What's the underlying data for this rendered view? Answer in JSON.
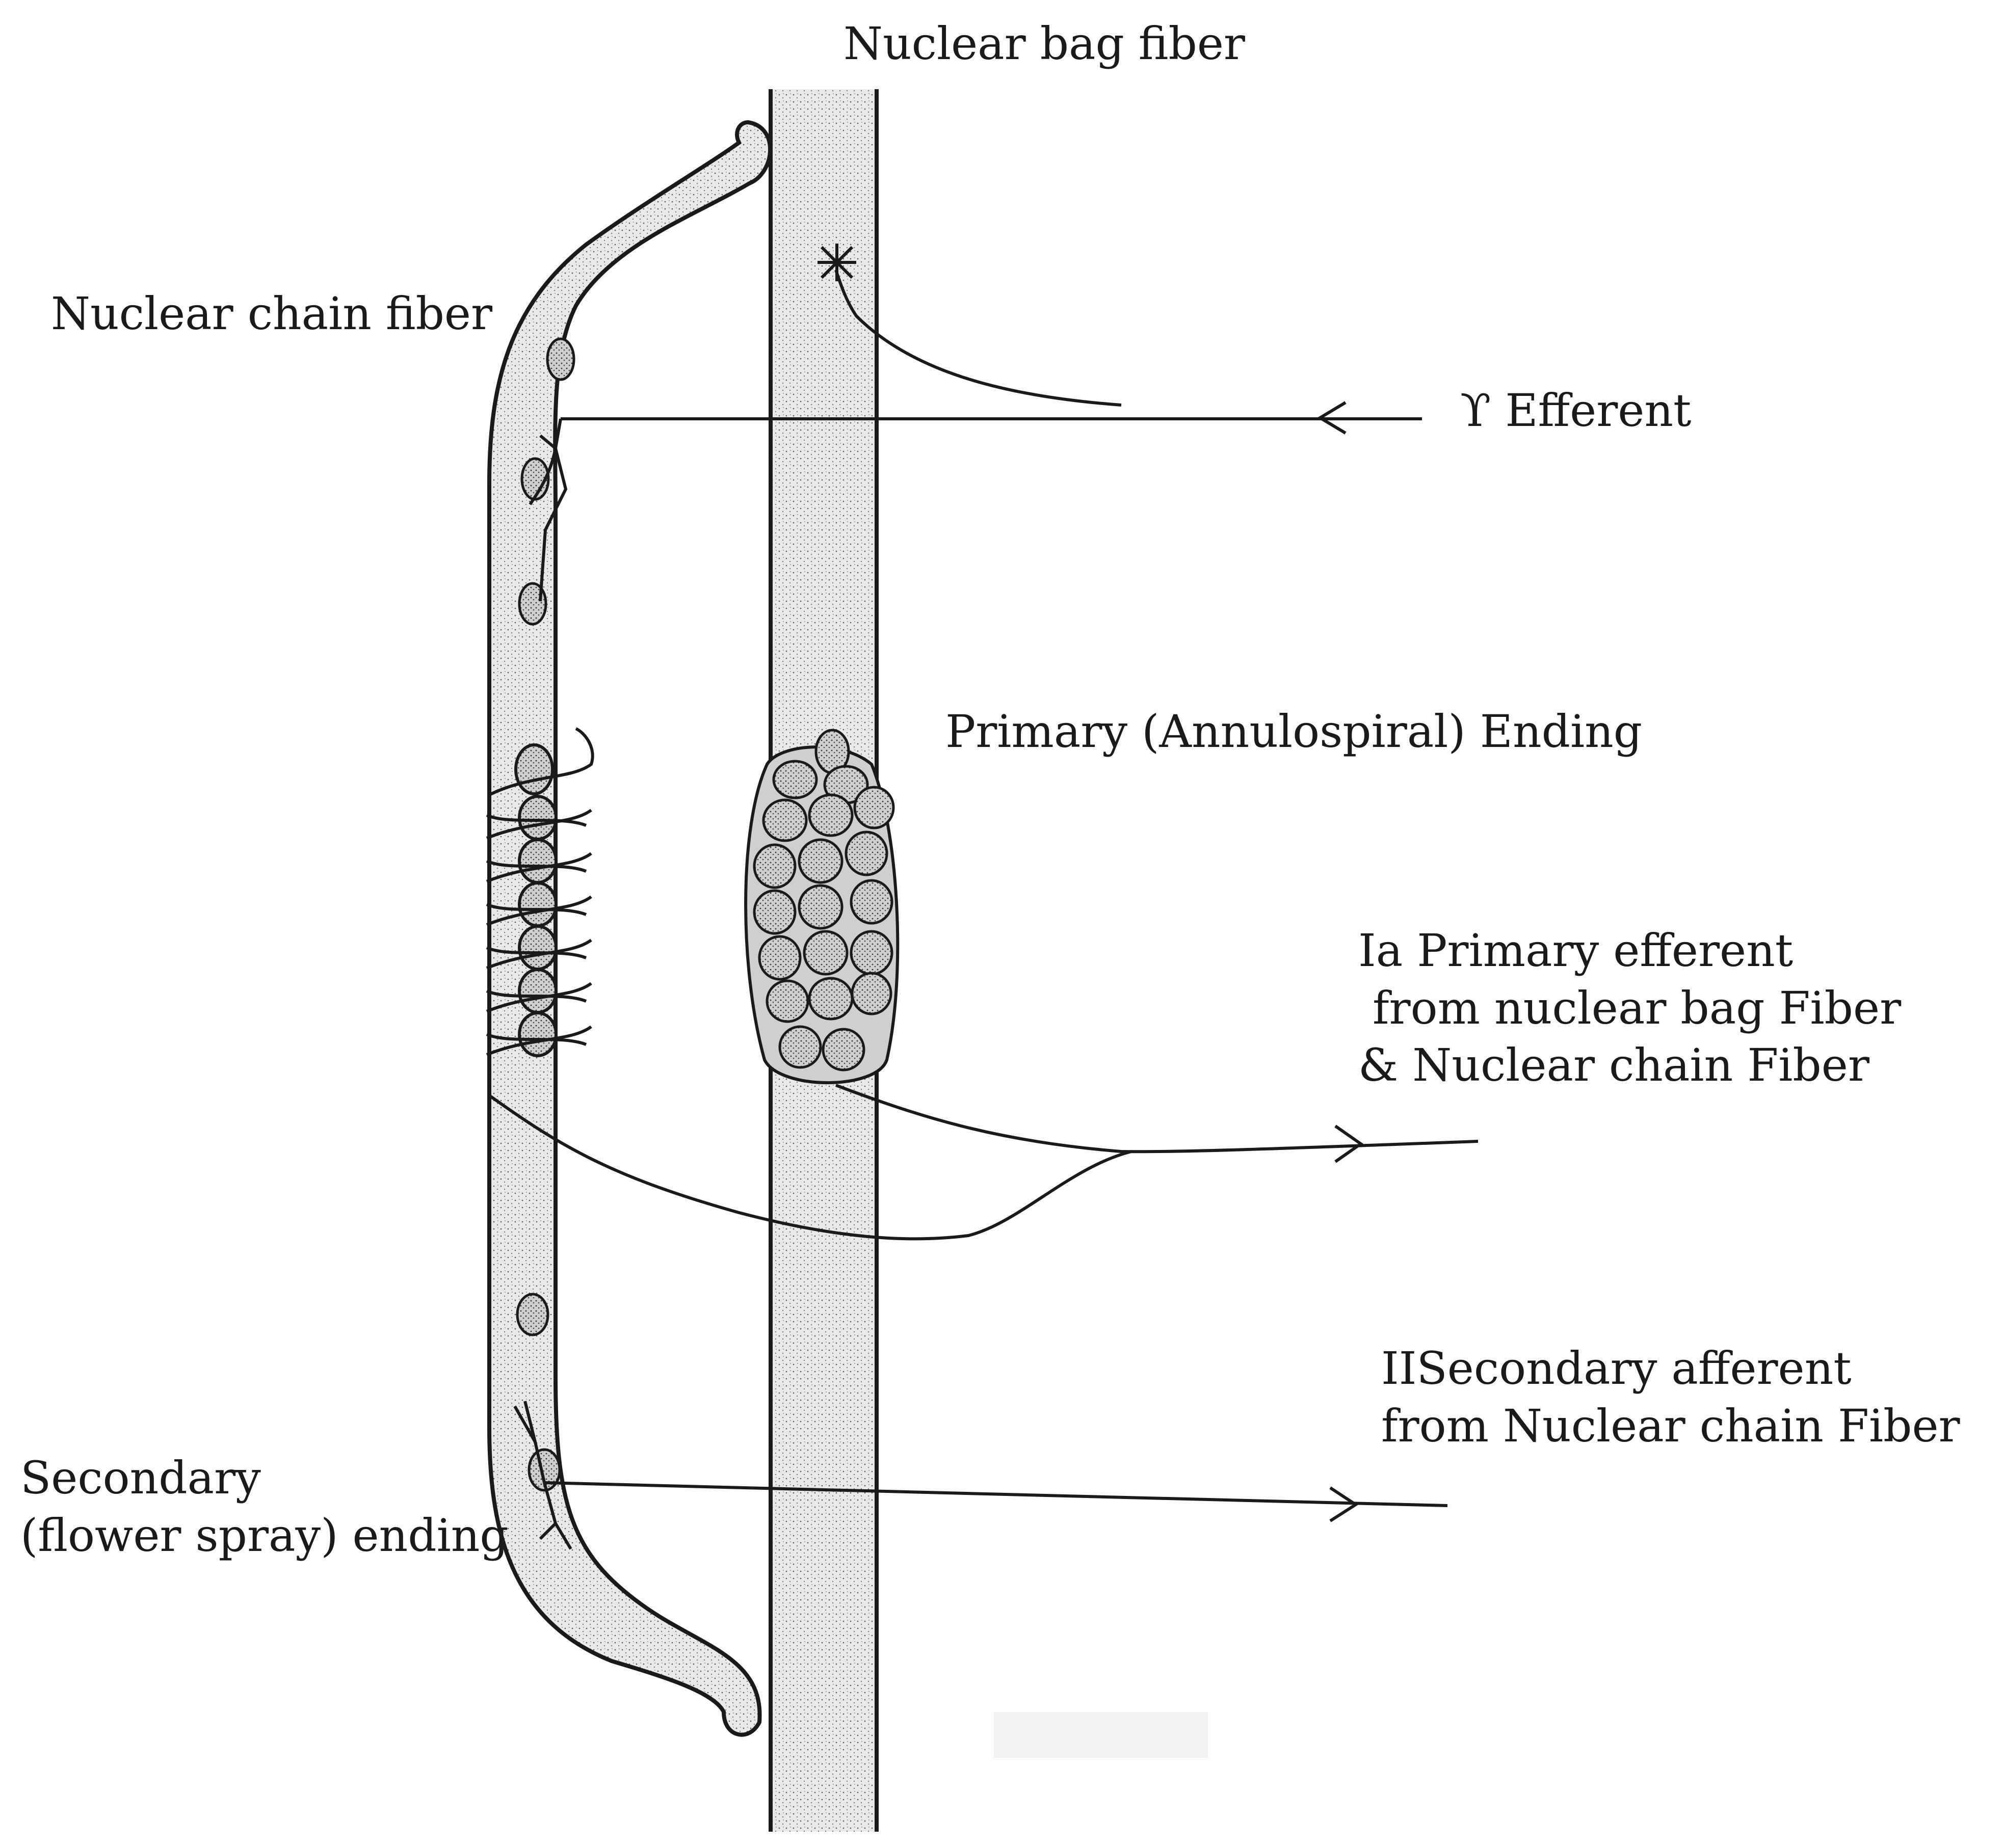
{
  "labels": {
    "nuclear_bag_fiber": "Nuclear bag fiber",
    "nuclear_chain_fiber": "Nuclear chain fiber",
    "gamma_efferent": "ϒ Efferent",
    "primary_ending": "Primary (Annulospiral) Ending",
    "ia_afferent": [
      "Ia Primary efferent",
      " from nuclear bag Fiber",
      "& Nuclear chain Fiber"
    ],
    "ii_afferent": [
      "IISecondary afferent",
      "from Nuclear chain Fiber"
    ],
    "secondary_ending": [
      "Secondary",
      "(flower spray) ending"
    ]
  },
  "colors": {
    "ink": "#1a1a1a",
    "background": "#fdfdfd",
    "fiber_fill": "#e6e6e6",
    "nucleus_fill": "#bdbdbd"
  }
}
